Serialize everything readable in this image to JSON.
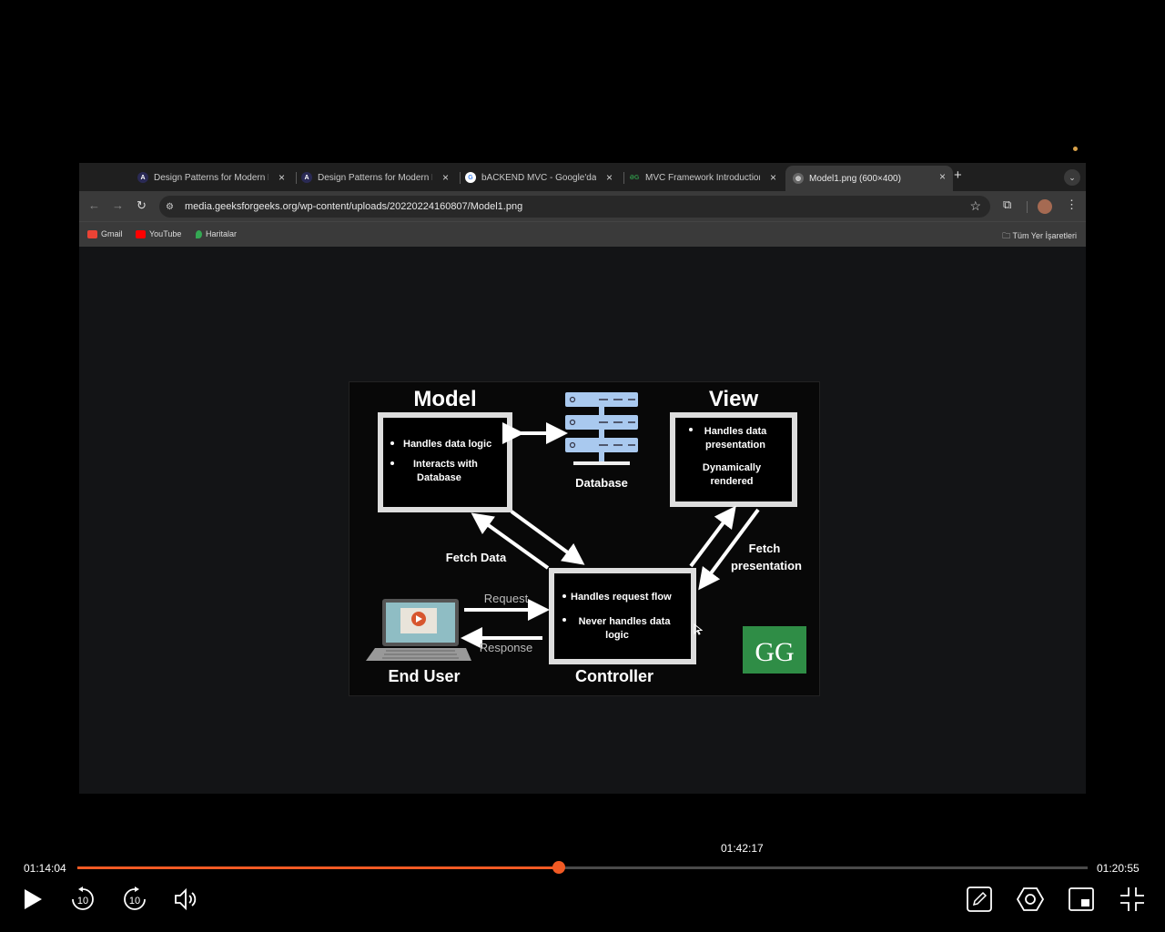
{
  "player": {
    "current_time": "01:14:04",
    "total_time": "01:20:55",
    "hover_time": "01:42:17",
    "progress_fraction": 0.477
  },
  "browser": {
    "tabs": [
      {
        "title": "Design Patterns for Modern B",
        "favicon": "angular-icon"
      },
      {
        "title": "Design Patterns for Modern B",
        "favicon": "angular-icon"
      },
      {
        "title": "bACKEND MVC - Google'da A",
        "favicon": "google-icon"
      },
      {
        "title": "MVC Framework Introduction",
        "favicon": "geeksforgeeks-icon"
      },
      {
        "title": "Model1.png (600×400)",
        "favicon": "globe-icon",
        "active": true
      }
    ],
    "url": "media.geeksforgeeks.org/wp-content/uploads/20220224160807/Model1.png",
    "bookmarks": [
      "Gmail",
      "YouTube",
      "Haritalar"
    ],
    "all_bookmarks": "Tüm Yer İşaretleri"
  },
  "diagram": {
    "model_title": "Model",
    "model_items": [
      "Handles data logic",
      "Interacts with",
      "Database"
    ],
    "database_label": "Database",
    "view_title": "View",
    "view_items": [
      "Handles data",
      "presentation",
      "Dynamically",
      "rendered"
    ],
    "fetch_data": "Fetch Data",
    "fetch_presentation": [
      "Fetch",
      "presentation"
    ],
    "controller_items": [
      "Handles request flow",
      "Never handles data",
      "logic"
    ],
    "controller_title": "Controller",
    "request": "Request",
    "response": "Response",
    "end_user": "End User",
    "logo": "GG"
  }
}
